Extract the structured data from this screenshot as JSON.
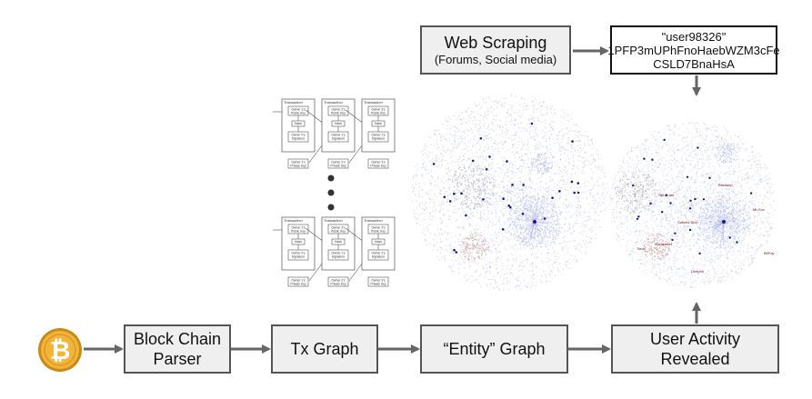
{
  "colors": {
    "box_fill": "#efefef",
    "box_border": "#555555",
    "arrow": "#666666",
    "graph_dots": "#b9bfe8",
    "graph_node": "#1c1c8c",
    "coin_gold": "#f2b53a",
    "coin_dark": "#c98a18"
  },
  "icons": {
    "bitcoin": "bitcoin-coin-icon",
    "ellipsis": "vertical-ellipsis-icon"
  },
  "pipeline": {
    "block_chain_parser": [
      "Block Chain",
      "Parser"
    ],
    "tx_graph": "Tx Graph",
    "entity_graph": "“Entity” Graph",
    "user_activity": [
      "User Activity",
      "Revealed"
    ]
  },
  "scraping": {
    "title": "Web Scraping",
    "subtitle": "(Forums, Social media)"
  },
  "address_box": {
    "lines": [
      "\"user98326\"",
      "1PFP3mUPhFnoHaebWZM3cFe",
      "CSLD7BnaHsA"
    ]
  },
  "tx_diagram": {
    "columns": [
      {
        "title": "Transaction",
        "pubkey": "Owner 1's\nPublic Key",
        "hash": "Hash",
        "signature": "Owner 0's\nSignature",
        "privkey": "Owner 1's\nPrivate Key"
      },
      {
        "title": "Transaction",
        "pubkey": "Owner 2's\nPublic Key",
        "hash": "Hash",
        "signature": "Owner 1's\nSignature",
        "privkey": "Owner 2's\nPrivate Key"
      },
      {
        "title": "Transaction",
        "pubkey": "Owner 3's\nPublic Key",
        "hash": "Hash",
        "signature": "Owner 2's\nSignature",
        "privkey": "Owner 3's\nPrivate Key"
      }
    ]
  },
  "revealed_labels": [
    "Instawallet",
    "Satoshi Dice",
    "Silk Road",
    "Mt.Gox",
    "Tonal",
    "BitPay",
    "Deepbit",
    "Bitstamp"
  ]
}
